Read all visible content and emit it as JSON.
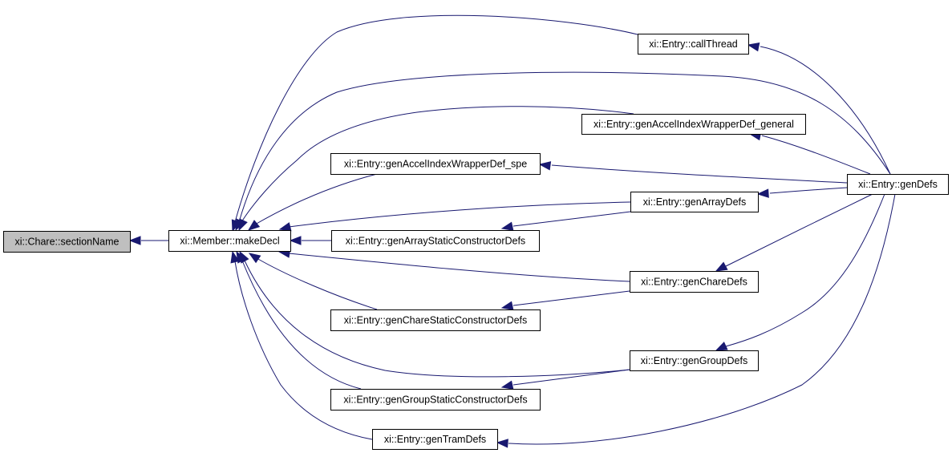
{
  "title": "Caller graph for xi::Chare::sectionName",
  "colors": {
    "edge": "#191970",
    "node_border": "#000000",
    "node_fill": "#ffffff",
    "root_fill": "#bfbfbf"
  },
  "nodes": [
    {
      "id": "sectionName",
      "label": "xi::Chare::sectionName",
      "root": true
    },
    {
      "id": "makeDecl",
      "label": "xi::Member::makeDecl"
    },
    {
      "id": "callThread",
      "label": "xi::Entry::callThread"
    },
    {
      "id": "genAccelGeneral",
      "label": "xi::Entry::genAccelIndexWrapperDef_general"
    },
    {
      "id": "genAccelSpe",
      "label": "xi::Entry::genAccelIndexWrapperDef_spe"
    },
    {
      "id": "genDefs",
      "label": "xi::Entry::genDefs"
    },
    {
      "id": "genArrayDefs",
      "label": "xi::Entry::genArrayDefs"
    },
    {
      "id": "genArrayStatic",
      "label": "xi::Entry::genArrayStaticConstructorDefs"
    },
    {
      "id": "genChareDefs",
      "label": "xi::Entry::genChareDefs"
    },
    {
      "id": "genChareStatic",
      "label": "xi::Entry::genChareStaticConstructorDefs"
    },
    {
      "id": "genGroupDefs",
      "label": "xi::Entry::genGroupDefs"
    },
    {
      "id": "genGroupStatic",
      "label": "xi::Entry::genGroupStaticConstructorDefs"
    },
    {
      "id": "genTramDefs",
      "label": "xi::Entry::genTramDefs"
    }
  ],
  "edges": [
    {
      "from": "makeDecl",
      "to": "sectionName"
    },
    {
      "from": "callThread",
      "to": "makeDecl"
    },
    {
      "from": "genDefs",
      "to": "makeDecl"
    },
    {
      "from": "genAccelGeneral",
      "to": "makeDecl"
    },
    {
      "from": "genAccelSpe",
      "to": "makeDecl"
    },
    {
      "from": "genArrayDefs",
      "to": "makeDecl"
    },
    {
      "from": "genArrayStatic",
      "to": "makeDecl"
    },
    {
      "from": "genChareDefs",
      "to": "makeDecl"
    },
    {
      "from": "genChareStatic",
      "to": "makeDecl"
    },
    {
      "from": "genGroupDefs",
      "to": "makeDecl"
    },
    {
      "from": "genGroupStatic",
      "to": "makeDecl"
    },
    {
      "from": "genTramDefs",
      "to": "makeDecl"
    },
    {
      "from": "genDefs",
      "to": "callThread"
    },
    {
      "from": "genDefs",
      "to": "genAccelGeneral"
    },
    {
      "from": "genDefs",
      "to": "genAccelSpe"
    },
    {
      "from": "genDefs",
      "to": "genArrayDefs"
    },
    {
      "from": "genDefs",
      "to": "genChareDefs"
    },
    {
      "from": "genDefs",
      "to": "genGroupDefs"
    },
    {
      "from": "genDefs",
      "to": "genTramDefs"
    },
    {
      "from": "genArrayDefs",
      "to": "genArrayStatic"
    },
    {
      "from": "genChareDefs",
      "to": "genChareStatic"
    },
    {
      "from": "genGroupDefs",
      "to": "genGroupStatic"
    }
  ]
}
